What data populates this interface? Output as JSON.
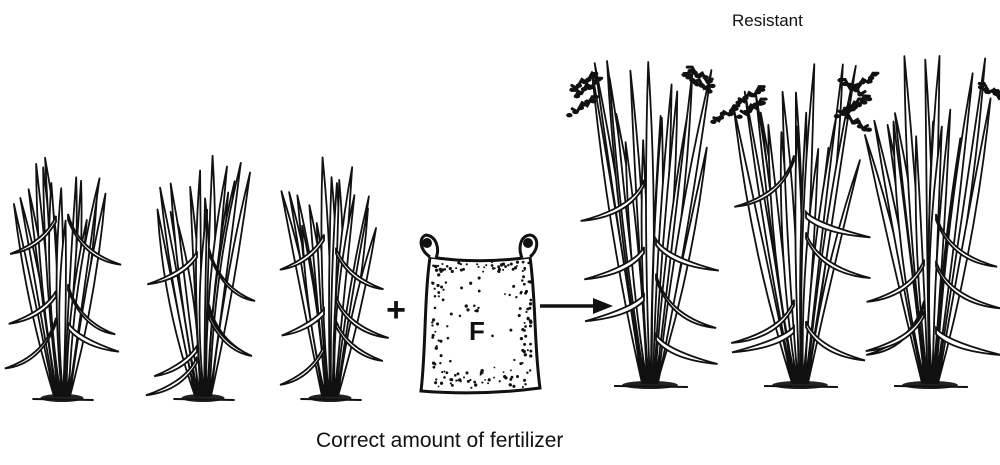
{
  "labels": {
    "resistant": "Resistant",
    "caption": "Correct amount of fertilizer",
    "plus": "+",
    "bag_letter": "F"
  },
  "icons": {
    "operator": "plus-sign",
    "bag": "fertilizer-bag",
    "flow": "arrow-right"
  },
  "groups": {
    "before": {
      "plant_count": 3,
      "panicles": false
    },
    "after": {
      "plant_count": 3,
      "panicles": true
    }
  },
  "colors": {
    "ink": "#111111",
    "background": "#ffffff"
  }
}
